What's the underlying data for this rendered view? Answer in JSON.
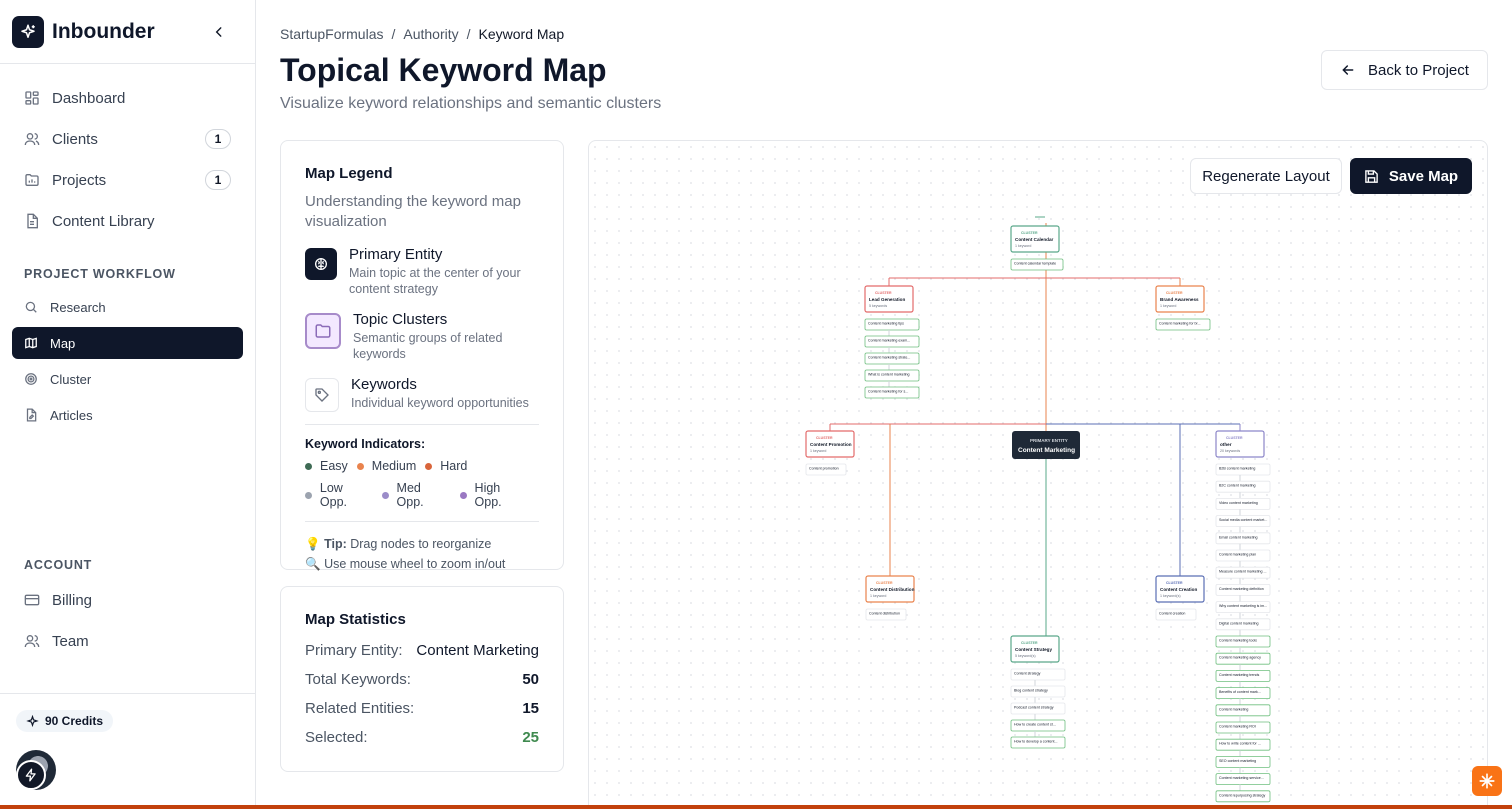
{
  "brand": {
    "name": "Inbounder"
  },
  "nav": {
    "items": [
      {
        "label": "Dashboard",
        "icon": "grid-icon"
      },
      {
        "label": "Clients",
        "icon": "users-icon",
        "count": "1"
      },
      {
        "label": "Projects",
        "icon": "folder-chart-icon",
        "count": "1"
      },
      {
        "label": "Content Library",
        "icon": "document-icon"
      }
    ]
  },
  "workflow": {
    "title": "PROJECT WORKFLOW",
    "items": [
      {
        "label": "Research",
        "icon": "search-icon"
      },
      {
        "label": "Map",
        "icon": "map-icon"
      },
      {
        "label": "Cluster",
        "icon": "target-icon"
      },
      {
        "label": "Articles",
        "icon": "file-edit-icon"
      }
    ]
  },
  "account": {
    "title": "ACCOUNT",
    "items": [
      {
        "label": "Billing",
        "icon": "credit-card-icon"
      },
      {
        "label": "Team",
        "icon": "team-icon"
      }
    ]
  },
  "credits": {
    "label": "90 Credits"
  },
  "breadcrumb": [
    "StartupFormulas",
    "Authority",
    "Keyword Map"
  ],
  "page": {
    "title": "Topical Keyword Map",
    "subtitle": "Visualize keyword relationships and semantic clusters",
    "back_label": "Back to Project"
  },
  "legend": {
    "title": "Map Legend",
    "desc": "Understanding the keyword map visualization",
    "primary": {
      "title": "Primary Entity",
      "desc": "Main topic at the center of your content strategy"
    },
    "clusters": {
      "title": "Topic Clusters",
      "desc": "Semantic groups of related keywords"
    },
    "keywords": {
      "title": "Keywords",
      "desc": "Individual keyword opportunities"
    },
    "indicators_title": "Keyword Indicators:",
    "difficulty": [
      "Easy",
      "Medium",
      "Hard"
    ],
    "opportunity": [
      "Low Opp.",
      "Med Opp.",
      "High Opp."
    ],
    "tip_label": "Tip:",
    "tip_text": "Drag nodes to reorganize",
    "tip2": "Use mouse wheel to zoom in/out"
  },
  "stats": {
    "title": "Map Statistics",
    "primary_label": "Primary Entity:",
    "primary_value": "Content Marketing",
    "total_label": "Total Keywords:",
    "total_value": "50",
    "related_label": "Related Entities:",
    "related_value": "15",
    "selected_label": "Selected:",
    "selected_value": "25"
  },
  "map": {
    "regen_label": "Regenerate Layout",
    "save_label": "Save Map",
    "primary_tag": "PRIMARY ENTITY",
    "primary_name": "Content Marketing",
    "cluster_tag": "CLUSTER",
    "clusters": [
      {
        "id": "calendar",
        "name": "Content Calendar",
        "count": "1 keyword",
        "color": "#5aa88a",
        "keywords": [
          "Content calendar template"
        ]
      },
      {
        "id": "lead",
        "name": "Lead Generation",
        "count": "5 keywords",
        "color": "#e36b6b",
        "keywords": [
          "Content marketing tips",
          "Content marketing exam...",
          "Content marketing strate...",
          "What is content marketing",
          "Content marketing for s..."
        ]
      },
      {
        "id": "brand",
        "name": "Brand Awareness",
        "count": "1 keyword",
        "color": "#e9834d",
        "keywords": [
          "Content marketing for br..."
        ]
      },
      {
        "id": "promotion",
        "name": "Content Promotion",
        "count": "1 keyword",
        "color": "#e36b6b",
        "keywords": [
          "Content promotion"
        ]
      },
      {
        "id": "other",
        "name": "other",
        "count": "20 keywords",
        "color": "#8c86c9",
        "keywords": [
          "B2B content marketing",
          "B2C content marketing",
          "Video content marketing",
          "Social media content market...",
          "Email content marketing",
          "Content marketing plan",
          "Measure content marketing ...",
          "Content marketing definition",
          "Why content marketing is im...",
          "Digital content marketing",
          "Content marketing tools",
          "Content marketing agency",
          "Content marketing trends",
          "Benefits of content mark...",
          "Content marketing",
          "Content marketing ROI",
          "How to write content for ...",
          "SEO content marketing",
          "Content marketing service...",
          "Content repurposing strategy"
        ]
      },
      {
        "id": "distribution",
        "name": "Content Distribution",
        "count": "1 keyword",
        "color": "#e9834d",
        "keywords": [
          "Content distribution"
        ]
      },
      {
        "id": "creation",
        "name": "Content Creation",
        "count": "1 keyword(s)",
        "color": "#5b6fb5",
        "keywords": [
          "Content creation"
        ]
      },
      {
        "id": "strategy",
        "name": "Content Strategy",
        "count": "5 keyword(s)",
        "color": "#5aa88a",
        "keywords": [
          "Content strategy",
          "Blog content strategy",
          "Podcast content strategy",
          "How to create content st...",
          "How to develop a content..."
        ]
      }
    ]
  },
  "colors": {
    "easy": "#3f6b55",
    "medium": "#e9834d",
    "hard": "#d9653b",
    "low_opp": "#9ca3af",
    "med_opp": "#9b8cc9",
    "high_opp": "#9a78c2",
    "selected": "#3f8a4f",
    "accent_bar": "#c2410c"
  }
}
